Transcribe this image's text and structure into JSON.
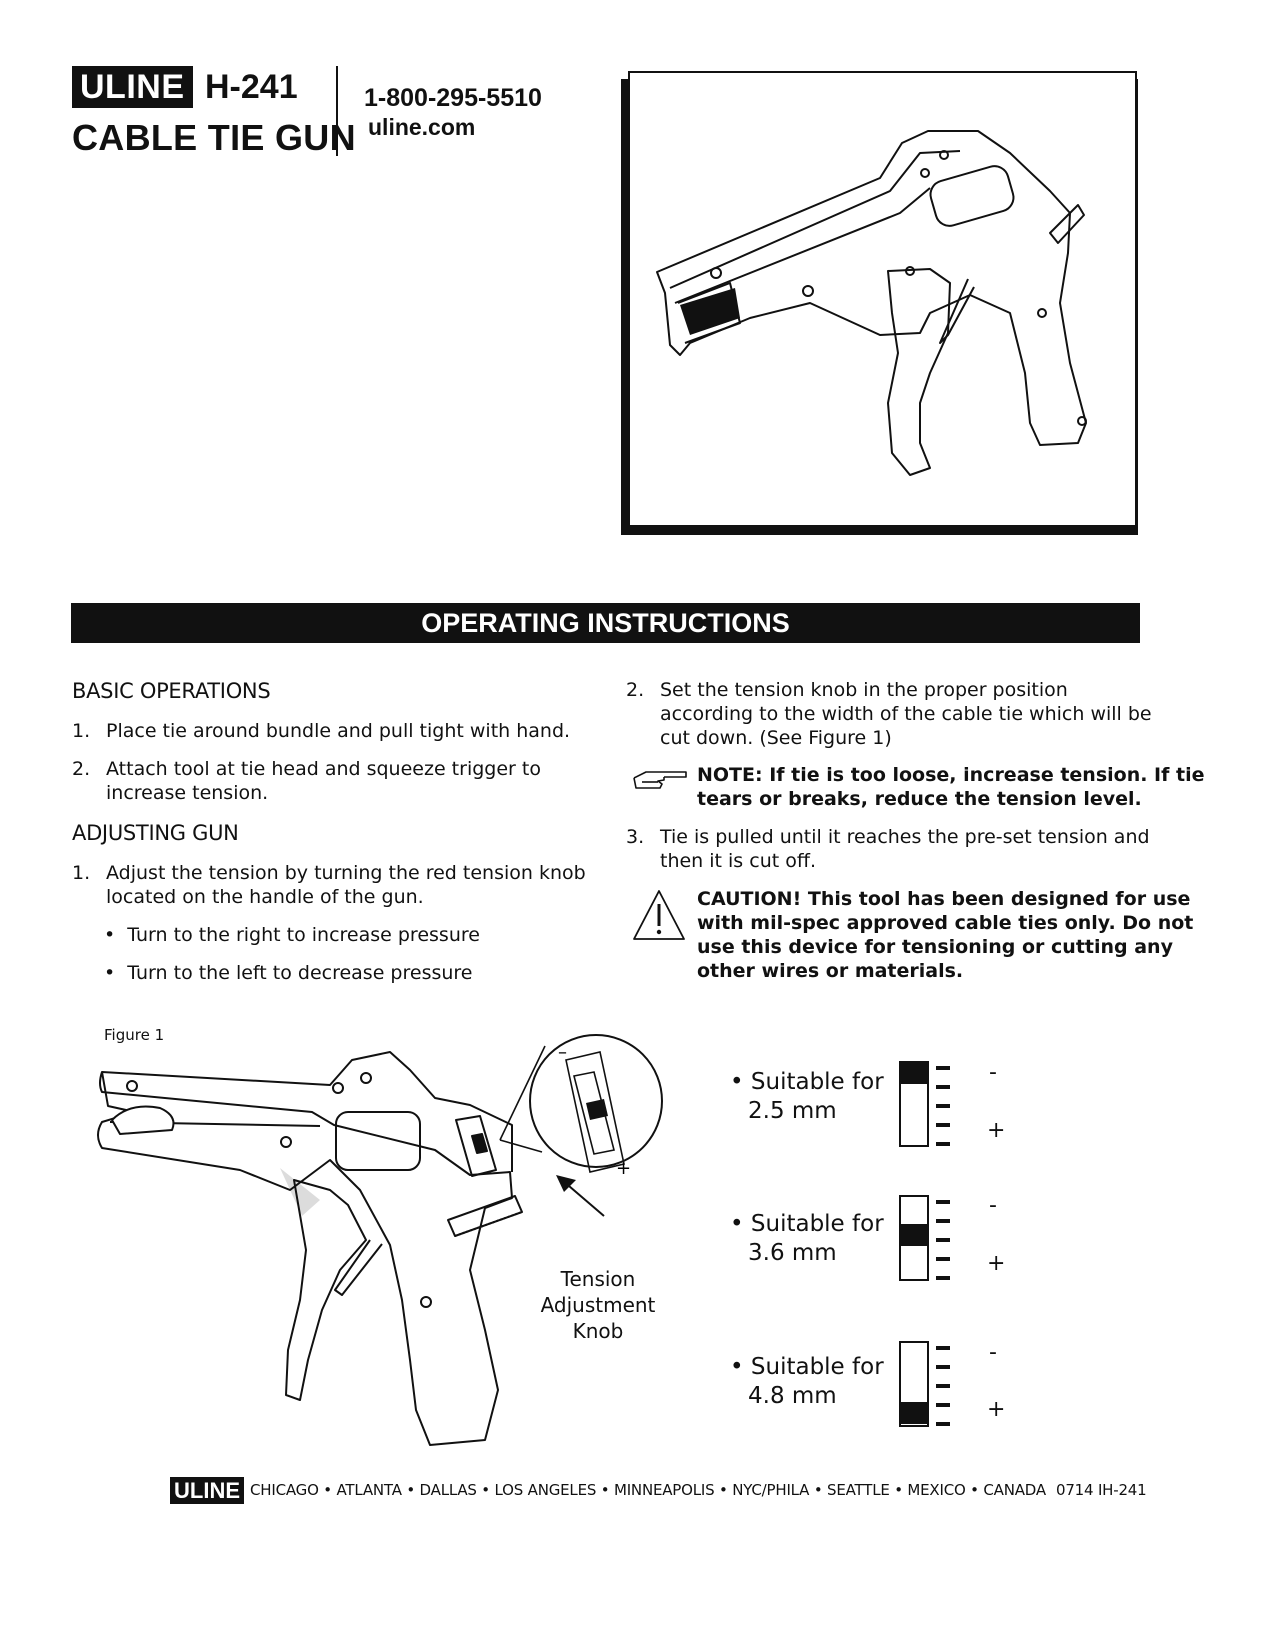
{
  "header": {
    "brand": "ULINE",
    "model": "H-241",
    "product": "CABLE TIE GUN",
    "phone": "1-800-295-5510",
    "website": "uline.com"
  },
  "section_title": "OPERATING INSTRUCTIONS",
  "basic": {
    "heading": "BASIC OPERATIONS",
    "steps": [
      {
        "num": "1.",
        "text": "Place tie around bundle and pull tight with hand."
      },
      {
        "num": "2.",
        "text": "Attach tool at tie head and squeeze trigger to",
        "text2": "increase tension."
      }
    ]
  },
  "adjusting": {
    "heading": "ADJUSTING GUN",
    "step1_num": "1.",
    "step1_line1": "Adjust the tension by turning the red tension knob",
    "step1_line2": "located on the handle of the gun.",
    "bullets": [
      "Turn to the right to increase pressure",
      "Turn to the left to decrease pressure"
    ]
  },
  "right_col": {
    "step2_num": "2.",
    "step2_lines": [
      "Set the tension knob in the proper position",
      "according to the width of the cable tie which will be",
      "cut down. (See Figure 1)"
    ],
    "note_lines": [
      "NOTE: If tie is too loose, increase tension. If tie",
      "tears or breaks, reduce the tension level."
    ],
    "step3_num": "3.",
    "step3_lines": [
      "Tie is pulled until it reaches the pre-set tension and",
      "then it is cut off."
    ],
    "caution_lines": [
      "CAUTION! This tool has been designed for use",
      "with mil-spec approved cable ties only. Do not",
      "use this device for tensioning or cutting any",
      "other wires or materials."
    ]
  },
  "figure": {
    "label": "Figure 1",
    "knob_label_1": "Tension",
    "knob_label_2": "Adjustment Knob",
    "settings": [
      {
        "line1": "Suitable for",
        "line2": "2.5 mm",
        "position": 0
      },
      {
        "line1": "Suitable for",
        "line2": "3.6 mm",
        "position": 1
      },
      {
        "line1": "Suitable for",
        "line2": "4.8 mm",
        "position": 2
      }
    ],
    "minus": "-",
    "plus": "+",
    "bullet": "•"
  },
  "footer": {
    "brand": "ULINE",
    "cities": "CHICAGO • ATLANTA • DALLAS • LOS ANGELES • MINNEAPOLIS • NYC/PHILA • SEATTLE • MEXICO • CANADA",
    "code": "0714 IH-241"
  }
}
